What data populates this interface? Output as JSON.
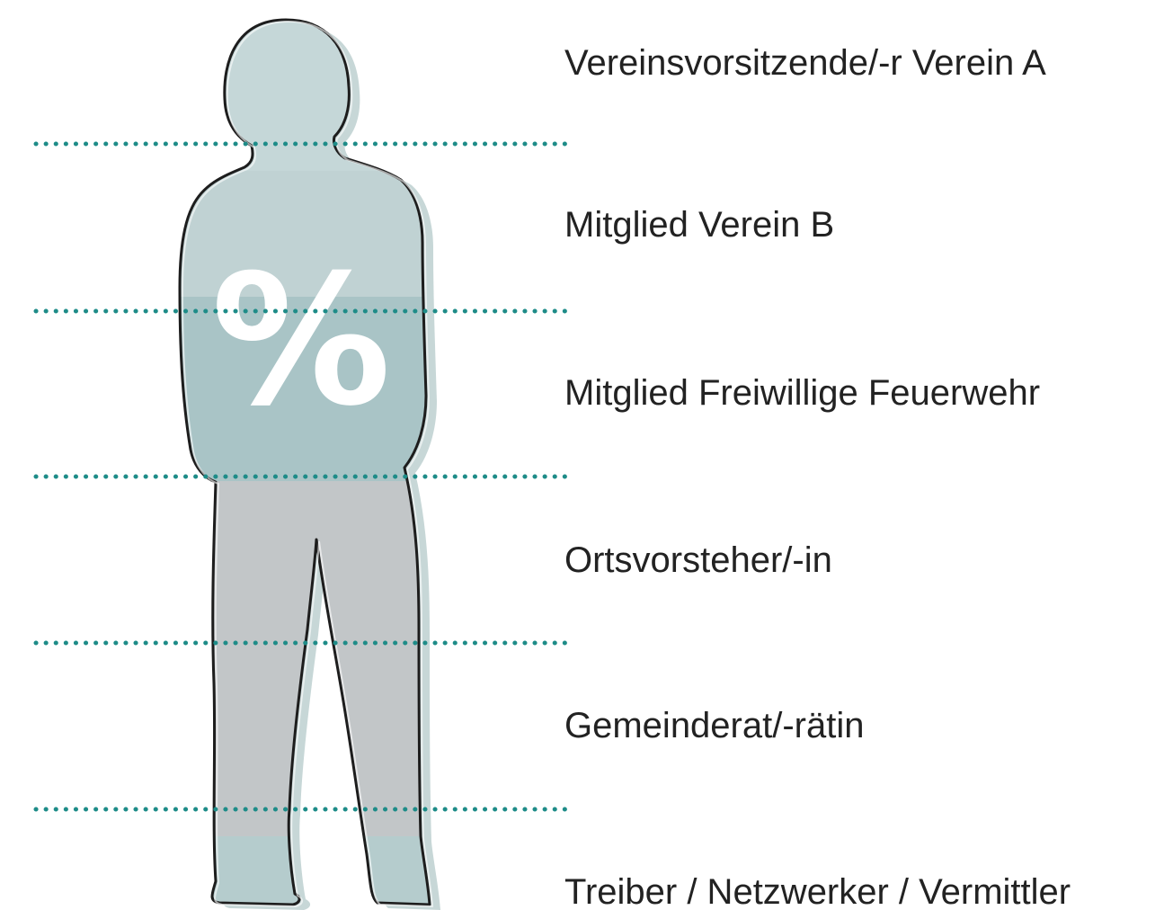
{
  "figure": {
    "symbol": "%",
    "icon": "person-silhouette-icon",
    "colors": {
      "head_fill": "#c5d7d8",
      "upper_body_fill": "#c0d2d3",
      "mid_body_fill": "#a9c4c6",
      "lower_body_fill": "#c2c6c8",
      "feet_fill": "#b5cccd",
      "shadow": "#c7d7d7",
      "outline": "#1d1d1d",
      "divider": "#1e8c88",
      "symbol": "#ffffff"
    }
  },
  "roles": [
    {
      "label": "Vereinsvorsitzende/-r Verein A"
    },
    {
      "label": "Mitglied Verein B"
    },
    {
      "label": "Mitglied Freiwillige Feuerwehr"
    },
    {
      "label": "Ortsvorsteher/-in"
    },
    {
      "label": "Gemeinderat/-rätin"
    },
    {
      "label": "Treiber / Netzwerker / Vermittler"
    }
  ]
}
